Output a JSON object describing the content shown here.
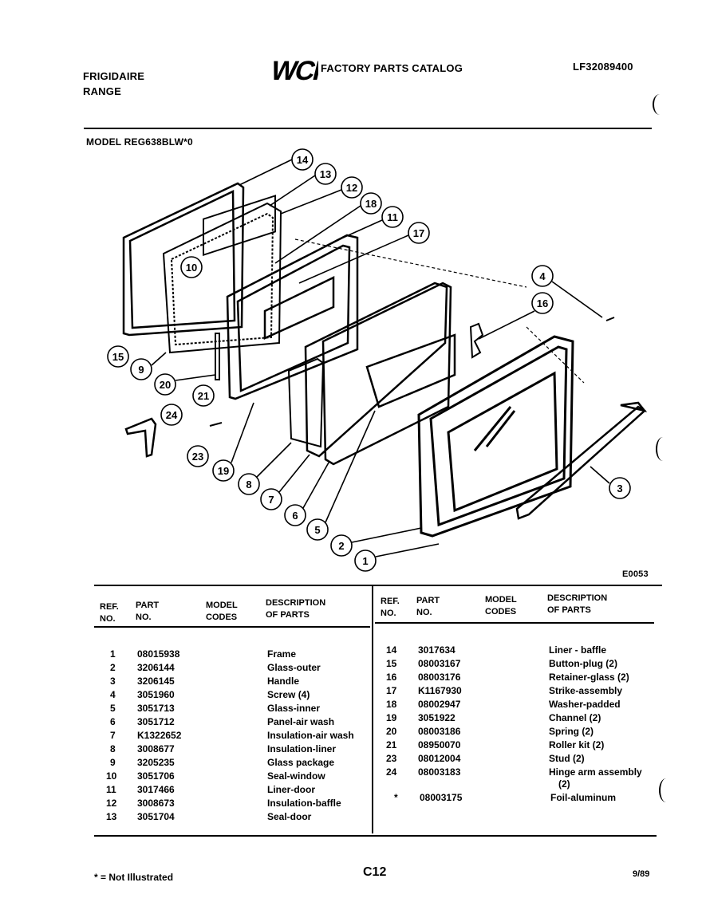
{
  "header": {
    "brand_line1": "FRIGIDAIRE",
    "brand_line2": "RANGE",
    "logo_text": "WCI",
    "catalog_title": "FACTORY PARTS CATALOG",
    "catalog_number": "LF32089400"
  },
  "model_label": "MODEL REG638BLW*0",
  "figure_code": "E0053",
  "callouts": [
    "14",
    "13",
    "12",
    "18",
    "11",
    "17",
    "10",
    "4",
    "16",
    "15",
    "9",
    "20",
    "21",
    "24",
    "23",
    "19",
    "8",
    "7",
    "6",
    "5",
    "2",
    "1",
    "3"
  ],
  "table": {
    "headers": {
      "ref": "REF.\nNO.",
      "part": "PART\nNO.",
      "model": "MODEL\nCODES",
      "desc": "DESCRIPTION\nOF PARTS"
    },
    "left_rows": [
      {
        "ref": "1",
        "part": "08015938",
        "desc": "Frame"
      },
      {
        "ref": "2",
        "part": "3206144",
        "desc": "Glass-outer"
      },
      {
        "ref": "3",
        "part": "3206145",
        "desc": "Handle"
      },
      {
        "ref": "4",
        "part": "3051960",
        "desc": "Screw (4)"
      },
      {
        "ref": "5",
        "part": "3051713",
        "desc": "Glass-inner"
      },
      {
        "ref": "6",
        "part": "3051712",
        "desc": "Panel-air wash"
      },
      {
        "ref": "7",
        "part": "K1322652",
        "desc": "Insulation-air wash"
      },
      {
        "ref": "8",
        "part": "3008677",
        "desc": "Insulation-liner"
      },
      {
        "ref": "9",
        "part": "3205235",
        "desc": "Glass package"
      },
      {
        "ref": "10",
        "part": "3051706",
        "desc": "Seal-window"
      },
      {
        "ref": "11",
        "part": "3017466",
        "desc": "Liner-door"
      },
      {
        "ref": "12",
        "part": "3008673",
        "desc": "Insulation-baffle"
      },
      {
        "ref": "13",
        "part": "3051704",
        "desc": "Seal-door"
      }
    ],
    "right_rows": [
      {
        "ref": "14",
        "part": "3017634",
        "desc": "Liner - baffle"
      },
      {
        "ref": "15",
        "part": "08003167",
        "desc": "Button-plug (2)"
      },
      {
        "ref": "16",
        "part": "08003176",
        "desc": "Retainer-glass (2)"
      },
      {
        "ref": "17",
        "part": "K1167930",
        "desc": "Strike-assembly"
      },
      {
        "ref": "18",
        "part": "08002947",
        "desc": "Washer-padded"
      },
      {
        "ref": "19",
        "part": "3051922",
        "desc": "Channel (2)"
      },
      {
        "ref": "20",
        "part": "08003186",
        "desc": "Spring (2)"
      },
      {
        "ref": "21",
        "part": "08950070",
        "desc": "Roller kit (2)"
      },
      {
        "ref": "23",
        "part": "08012004",
        "desc": "Stud (2)"
      },
      {
        "ref": "24",
        "part": "08003183",
        "desc": "Hinge arm assembly",
        "desc2": "(2)"
      },
      {
        "ref": "*",
        "part": "08003175",
        "desc": "Foil-aluminum"
      }
    ]
  },
  "footer": {
    "footnote": "* = Not Illustrated",
    "page": "C12",
    "date": "9/89"
  }
}
